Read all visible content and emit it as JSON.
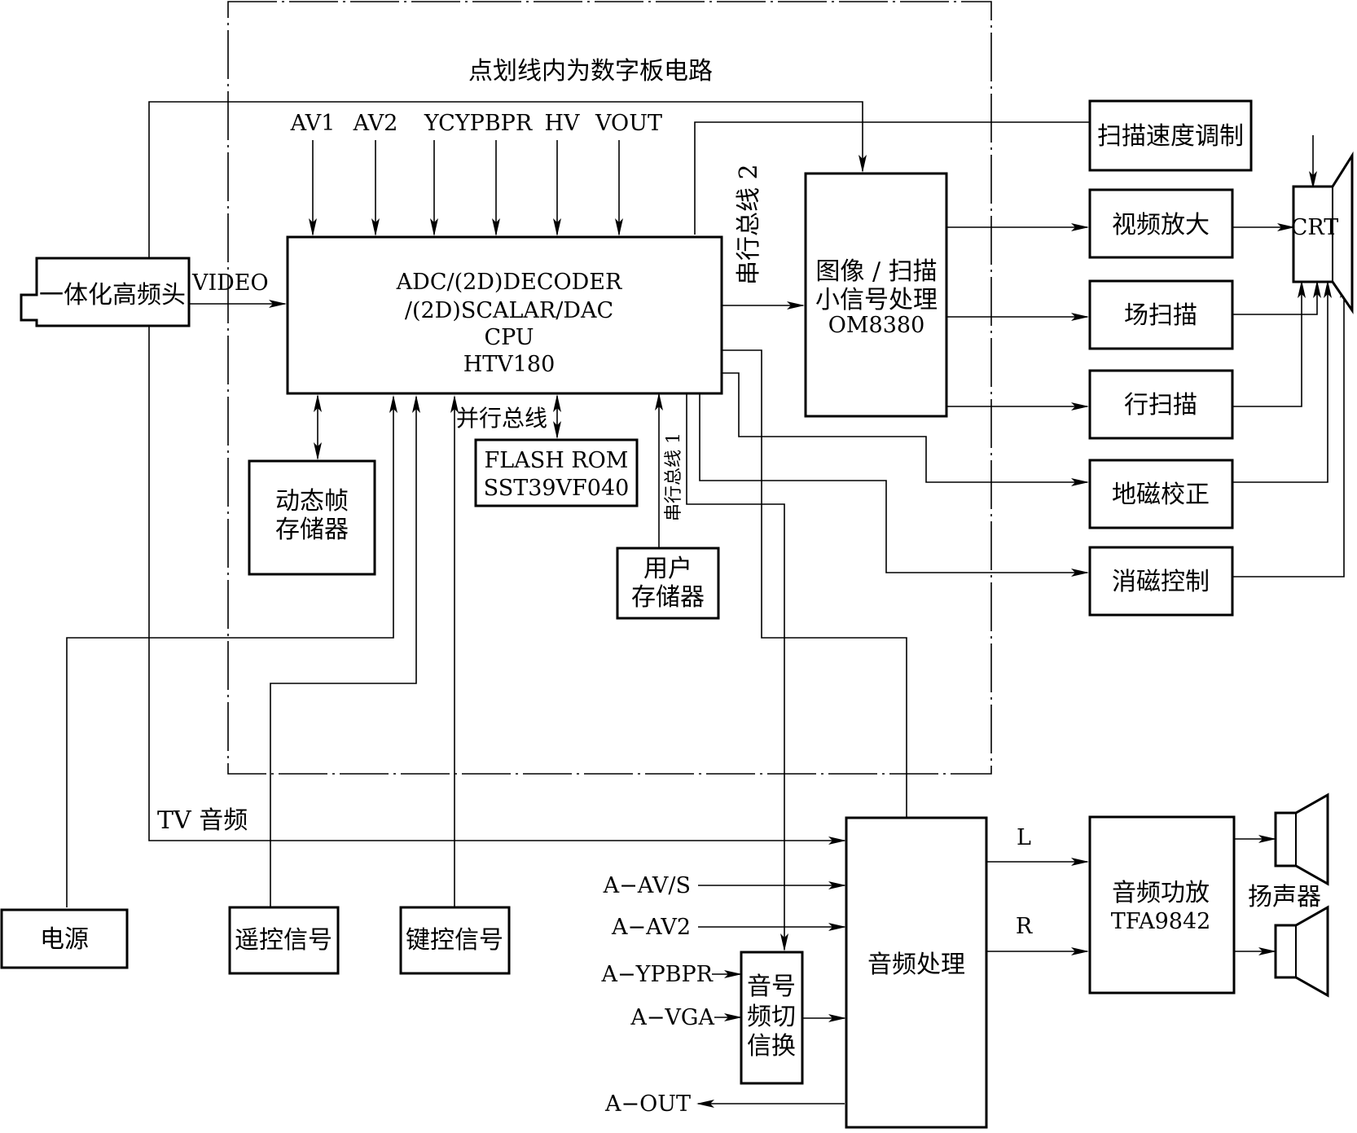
{
  "digital_board_note": "点划线内为数字板电路",
  "blocks": {
    "tuner": "一体化高频头",
    "main_chip": [
      "ADC/(2D)DECODER",
      "/(2D)SCALAR/DAC",
      "CPU",
      "HTV180"
    ],
    "frame_memory": [
      "动态帧",
      "存储器"
    ],
    "flash_rom": [
      "FLASH ROM",
      "SST39VF040"
    ],
    "user_memory": [
      "用户",
      "存储器"
    ],
    "image_proc": [
      "图像 / 扫描",
      "小信号处理",
      "OM8380"
    ],
    "svm": "扫描速度调制",
    "video_amp": "视频放大",
    "v_scan": "场扫描",
    "h_scan": "行扫描",
    "geo_correct": "地磁校正",
    "degauss": "消磁控制",
    "crt": "CRT",
    "power": "电源",
    "remote": "遥控信号",
    "keypad": "键控信号",
    "audio_switch": [
      "音号",
      "频切",
      "信换"
    ],
    "audio_proc": "音频处理",
    "audio_amp": [
      "音频功放",
      "TFA9842"
    ],
    "speaker": "扬声器"
  },
  "signals": {
    "inputs": [
      "AV1",
      "AV2",
      "YCYPBPR",
      "HV",
      "VOUT"
    ],
    "video": "VIDEO",
    "serial_bus_2": "串行总线 2",
    "serial_bus_1": "串行总线 1",
    "parallel_bus": "并行总线",
    "tv_audio": "TV 音频",
    "a_av_s": "A−AV/S",
    "a_av2": "A−AV2",
    "a_ypbpr": "A−YPBPR",
    "a_vga": "A−VGA",
    "a_out": "A−OUT",
    "left": "L",
    "right": "R"
  }
}
